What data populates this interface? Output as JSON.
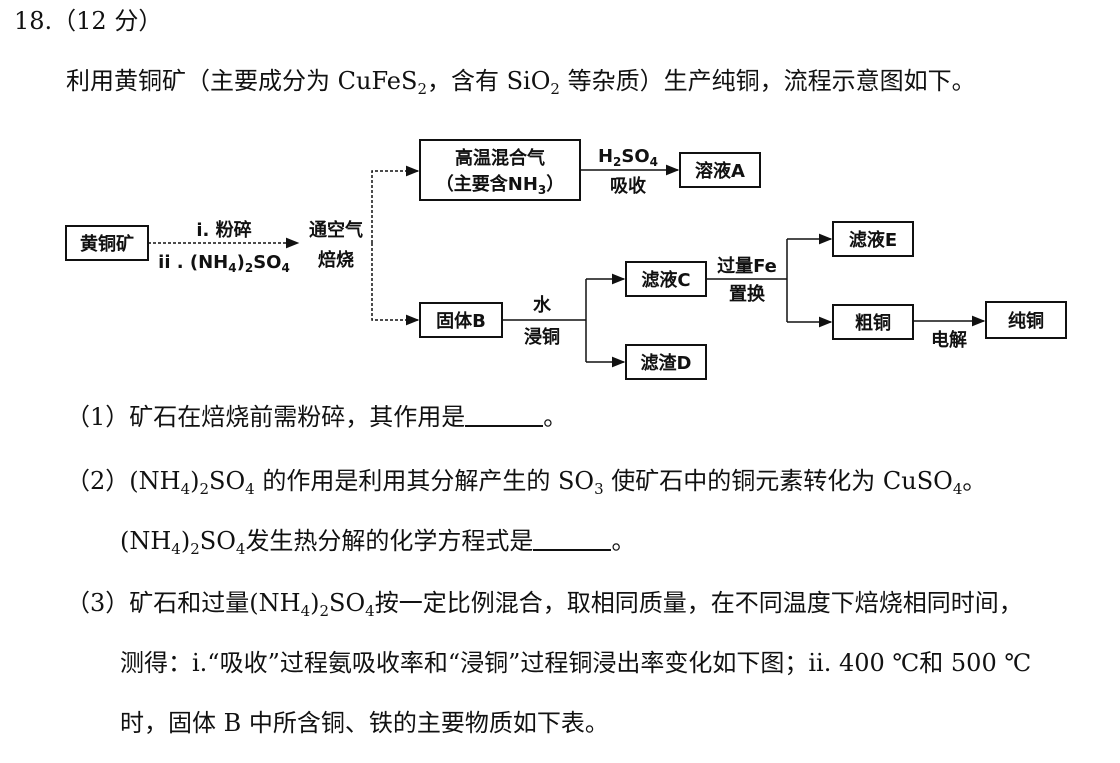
{
  "question": {
    "number": "18.（12 分）",
    "intro_a": "利用黄铜矿（主要成分为 CuFeS",
    "intro_sub1": "2",
    "intro_b": "，含有 SiO",
    "intro_sub2": "2",
    "intro_c": " 等杂质）生产纯铜，流程示意图如下。"
  },
  "flowchart": {
    "ore": "黄铜矿",
    "step1_top": "i. 粉碎",
    "step1_bot_a": "ii . (NH",
    "step1_bot_sub1": "4",
    "step1_bot_b": ")",
    "step1_bot_sub2": "2",
    "step1_bot_c": "SO",
    "step1_bot_sub3": "4",
    "roast_top": "通空气",
    "roast_bot": "焙烧",
    "gas_line1": "高温混合气",
    "gas_line2_a": "（主要含NH",
    "gas_line2_sub": "3",
    "gas_line2_b": "）",
    "absorb_top_a": "H",
    "absorb_top_sub1": "2",
    "absorb_top_b": "SO",
    "absorb_top_sub2": "4",
    "absorb_bot": "吸收",
    "solution_a": "溶液A",
    "solid_b": "固体B",
    "leach_top": "水",
    "leach_bot": "浸铜",
    "filtrate_c": "滤液C",
    "residue_d": "滤渣D",
    "replace_top": "过量Fe",
    "replace_bot": "置换",
    "filtrate_e": "滤液E",
    "crude_cu": "粗铜",
    "electrolysis": "电解",
    "pure_cu": "纯铜"
  },
  "q1": {
    "text": "（1）矿石在焙烧前需粉碎，其作用是",
    "end": "。"
  },
  "q2": {
    "line1_a": "（2）(NH",
    "line1_sub1": "4",
    "line1_b": ")",
    "line1_sub2": "2",
    "line1_c": "SO",
    "line1_sub3": "4",
    "line1_d": " 的作用是利用其分解产生的 SO",
    "line1_sub4": "3",
    "line1_e": " 使矿石中的铜元素转化为 CuSO",
    "line1_sub5": "4",
    "line1_f": "。",
    "line2_a": "(NH",
    "line2_sub1": "4",
    "line2_b": ")",
    "line2_sub2": "2",
    "line2_c": "SO",
    "line2_sub3": "4",
    "line2_d": "发生热分解的化学方程式是",
    "line2_end": "。"
  },
  "q3": {
    "line1_a": "（3）矿石和过量(NH",
    "line1_sub1": "4",
    "line1_b": ")",
    "line1_sub2": "2",
    "line1_c": "SO",
    "line1_sub3": "4",
    "line1_d": "按一定比例混合，取相同质量，在不同温度下焙烧相同时间，",
    "line2": "测得：i.“吸收”过程氨吸收率和“浸铜”过程铜浸出率变化如下图；ii. 400 ℃和 500 ℃",
    "line3": "时，固体 B 中所含铜、铁的主要物质如下表。"
  }
}
